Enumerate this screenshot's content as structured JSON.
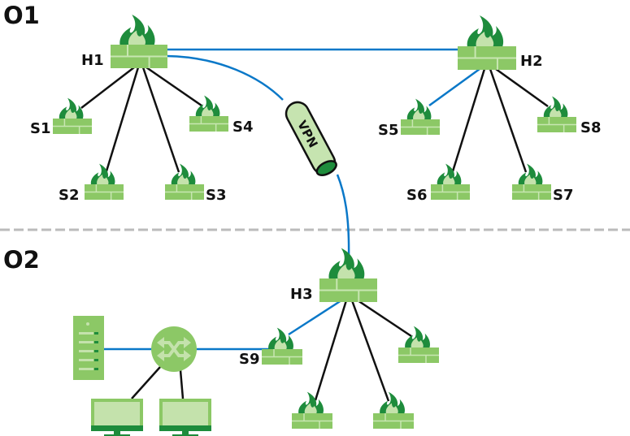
{
  "colors": {
    "brick": "#8cc866",
    "brick_line": "#c8e6b2",
    "flame_outer": "#1e8c3c",
    "flame_inner": "#c4e2ac",
    "vpn_link": "#0a78c8",
    "local_link": "#111111",
    "divider": "#bbbbbb",
    "vpn_tube": "#c6e4b0",
    "vpn_tube_end": "#1e8c3c",
    "device": "#8cc866",
    "device_light": "#c4e2ac",
    "device_dark": "#1e8c3c"
  },
  "organizations": [
    {
      "id": "O1",
      "label": "O1"
    },
    {
      "id": "O2",
      "label": "O2"
    }
  ],
  "vpn_label": "VPN",
  "firewalls": [
    {
      "id": "H1",
      "label": "H1",
      "role": "hub",
      "org": "O1"
    },
    {
      "id": "H2",
      "label": "H2",
      "role": "hub",
      "org": "O1"
    },
    {
      "id": "S1",
      "label": "S1",
      "role": "spoke",
      "org": "O1"
    },
    {
      "id": "S2",
      "label": "S2",
      "role": "spoke",
      "org": "O1"
    },
    {
      "id": "S3",
      "label": "S3",
      "role": "spoke",
      "org": "O1"
    },
    {
      "id": "S4",
      "label": "S4",
      "role": "spoke",
      "org": "O1"
    },
    {
      "id": "S5",
      "label": "S5",
      "role": "spoke",
      "org": "O1"
    },
    {
      "id": "S6",
      "label": "S6",
      "role": "spoke",
      "org": "O1"
    },
    {
      "id": "S7",
      "label": "S7",
      "role": "spoke",
      "org": "O1"
    },
    {
      "id": "S8",
      "label": "S8",
      "role": "spoke",
      "org": "O1"
    },
    {
      "id": "H3",
      "label": "H3",
      "role": "hub",
      "org": "O2"
    },
    {
      "id": "S9",
      "label": "S9",
      "role": "spoke",
      "org": "O2"
    },
    {
      "id": "U1",
      "label": "",
      "role": "spoke",
      "org": "O2"
    },
    {
      "id": "U2",
      "label": "",
      "role": "spoke",
      "org": "O2"
    },
    {
      "id": "U3",
      "label": "",
      "role": "spoke",
      "org": "O2"
    }
  ],
  "links": [
    {
      "from": "H1",
      "to": "H2",
      "type": "vpn"
    },
    {
      "from": "H1",
      "to": "H3",
      "type": "vpn-tunnel"
    },
    {
      "from": "H1",
      "to": "S1",
      "type": "local"
    },
    {
      "from": "H1",
      "to": "S2",
      "type": "local"
    },
    {
      "from": "H1",
      "to": "S3",
      "type": "local"
    },
    {
      "from": "H1",
      "to": "S4",
      "type": "local"
    },
    {
      "from": "H2",
      "to": "S5",
      "type": "vpn"
    },
    {
      "from": "H2",
      "to": "S6",
      "type": "local"
    },
    {
      "from": "H2",
      "to": "S7",
      "type": "local"
    },
    {
      "from": "H2",
      "to": "S8",
      "type": "local"
    },
    {
      "from": "H3",
      "to": "S9",
      "type": "vpn"
    },
    {
      "from": "H3",
      "to": "U1",
      "type": "local"
    },
    {
      "from": "H3",
      "to": "U2",
      "type": "local"
    },
    {
      "from": "H3",
      "to": "U3",
      "type": "local"
    },
    {
      "from": "S9",
      "to": "switch",
      "type": "vpn"
    },
    {
      "from": "switch",
      "to": "server",
      "type": "vpn"
    },
    {
      "from": "switch",
      "to": "pc1",
      "type": "local"
    },
    {
      "from": "switch",
      "to": "pc2",
      "type": "local"
    }
  ],
  "devices": [
    {
      "id": "server",
      "kind": "server-icon"
    },
    {
      "id": "switch",
      "kind": "switch-icon"
    },
    {
      "id": "pc1",
      "kind": "monitor-icon"
    },
    {
      "id": "pc2",
      "kind": "monitor-icon"
    }
  ]
}
